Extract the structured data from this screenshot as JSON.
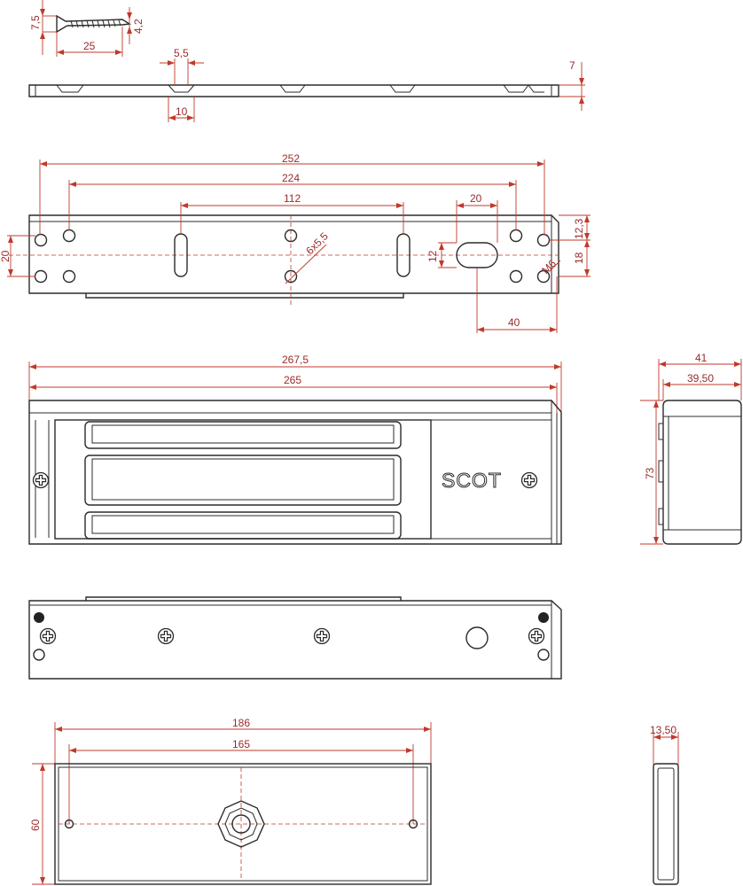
{
  "screw": {
    "dim_head": "7,5",
    "dim_thread": "4,2",
    "dim_length": "25"
  },
  "plate_top": {
    "dim_slot_top": "5,5",
    "dim_slot_bottom": "10",
    "dim_thickness": "7"
  },
  "plate": {
    "dim_total": "252",
    "dim_holes": "224",
    "dim_slots": "112",
    "dim_oval": "20",
    "dim_height": "20",
    "dim_slot_h": "12",
    "dim_right_top": "12,3",
    "dim_right_bottom": "18",
    "dim_oval_offset": "40",
    "label_holes": "6x5,5",
    "label_thread": "M6"
  },
  "magnet": {
    "dim_outer": "267,5",
    "dim_inner": "265",
    "brand": "SCOT"
  },
  "side": {
    "dim_outer": "41",
    "dim_inner": "39,50",
    "dim_height": "73"
  },
  "armature": {
    "dim_outer": "186",
    "dim_holes": "165",
    "dim_height": "60"
  },
  "armature_side": {
    "dim_thickness": "13,50"
  }
}
